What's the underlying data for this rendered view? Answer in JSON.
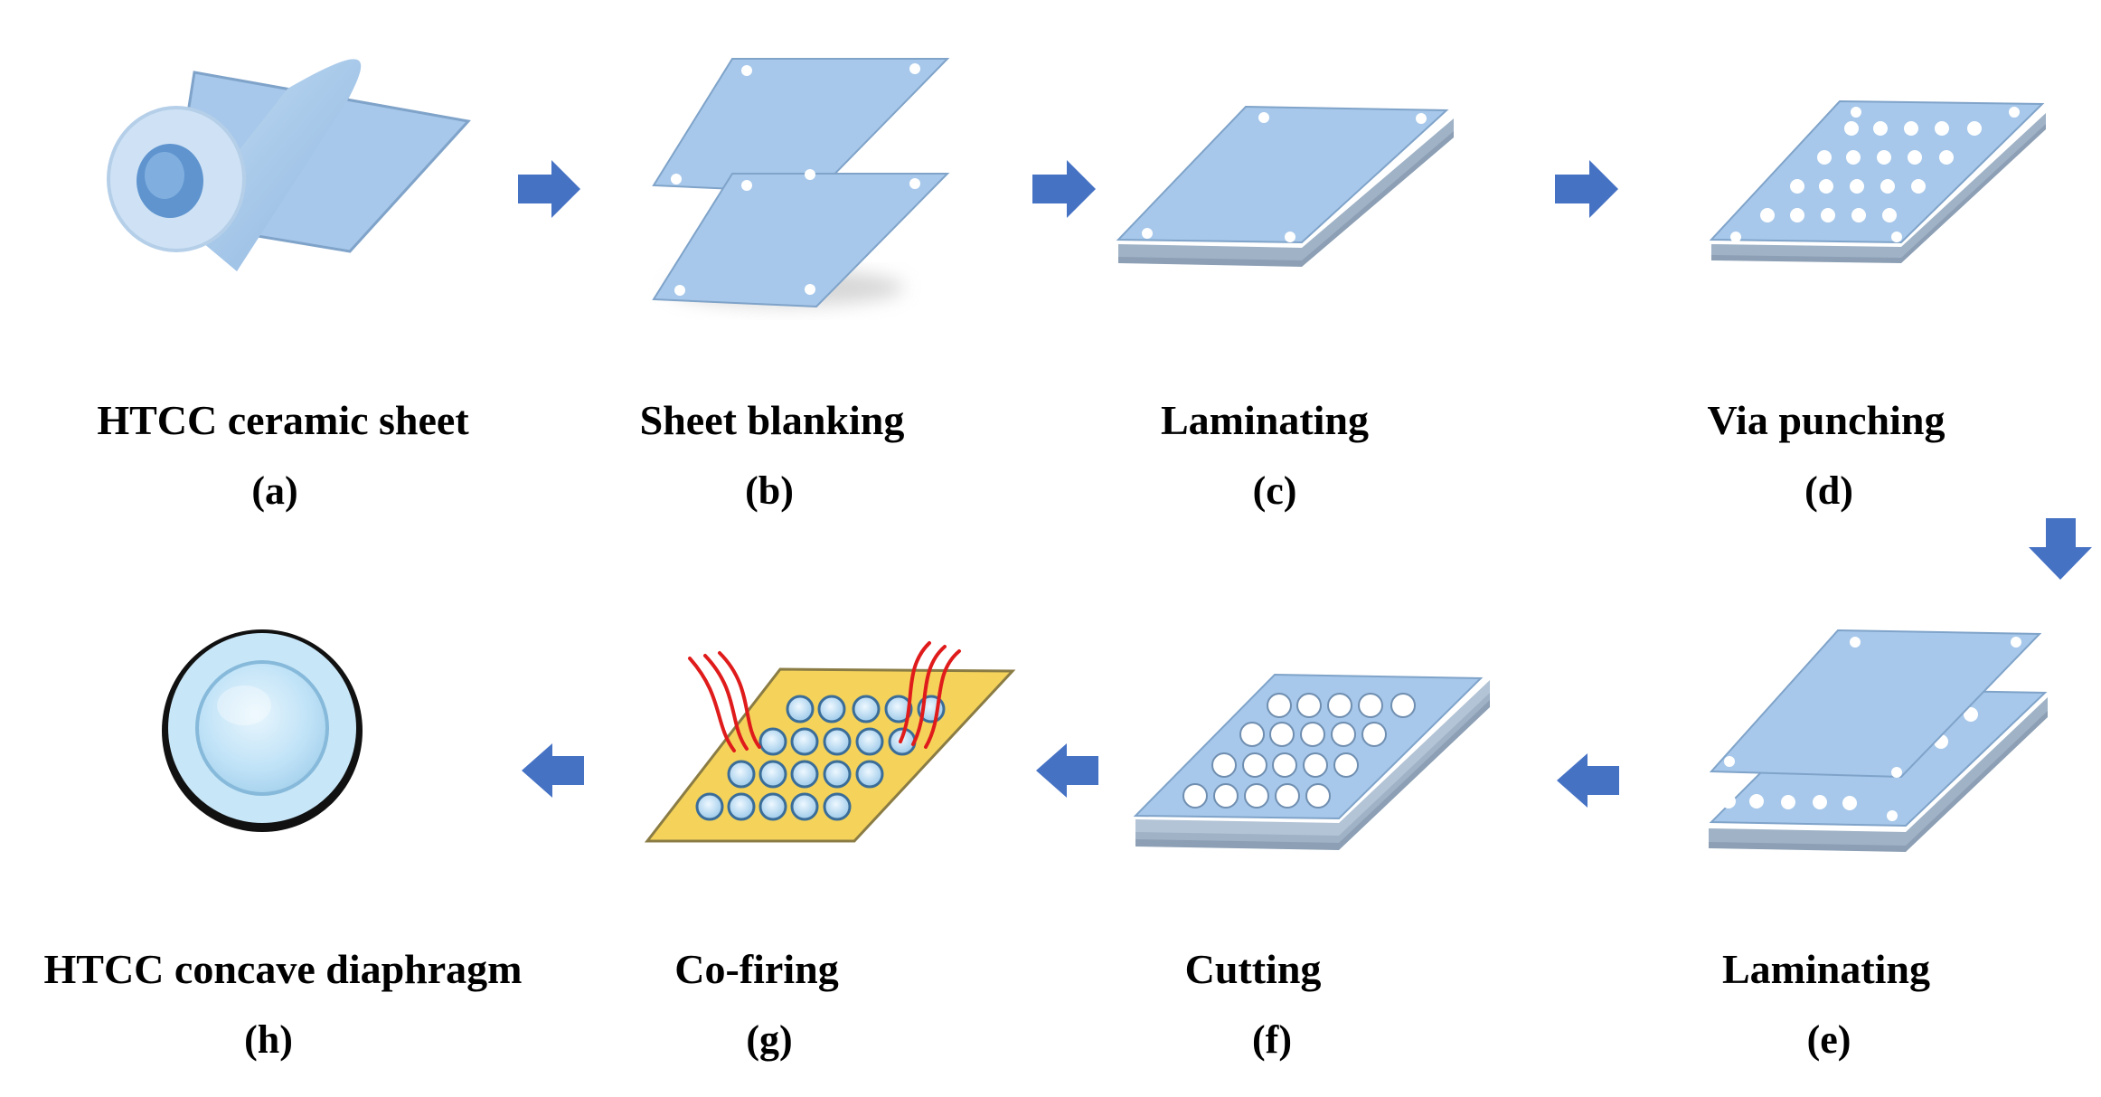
{
  "colors": {
    "sheet_fill": "#a7c8ea",
    "sheet_edge": "#7fa3c9",
    "sheet_side": "#8c9fb4",
    "arrow": "#4672c4",
    "cofire_substrate": "#f5d35a",
    "heat": "#e01b1b",
    "diaphragm_fill": "#bfe2f7",
    "diaphragm_rim": "#111111",
    "hole": "#ffffff"
  },
  "steps": [
    {
      "label": "HTCC ceramic sheet",
      "letter": "(a)",
      "icon": "ceramic-roll-icon"
    },
    {
      "label": "Sheet blanking",
      "letter": "(b)",
      "icon": "blanked-sheets-icon"
    },
    {
      "label": "Laminating",
      "letter": "(c)",
      "icon": "laminated-stack-icon"
    },
    {
      "label": "Via punching",
      "letter": "(d)",
      "icon": "punched-stack-icon"
    },
    {
      "label": "Laminating",
      "letter": "(e)",
      "icon": "stacked-laminate-icon"
    },
    {
      "label": "Cutting",
      "letter": "(f)",
      "icon": "cut-stack-icon"
    },
    {
      "label": "Co-firing",
      "letter": "(g)",
      "icon": "cofiring-icon"
    },
    {
      "label": "HTCC concave diaphragm",
      "letter": "(h)",
      "icon": "concave-diaphragm-icon"
    }
  ]
}
